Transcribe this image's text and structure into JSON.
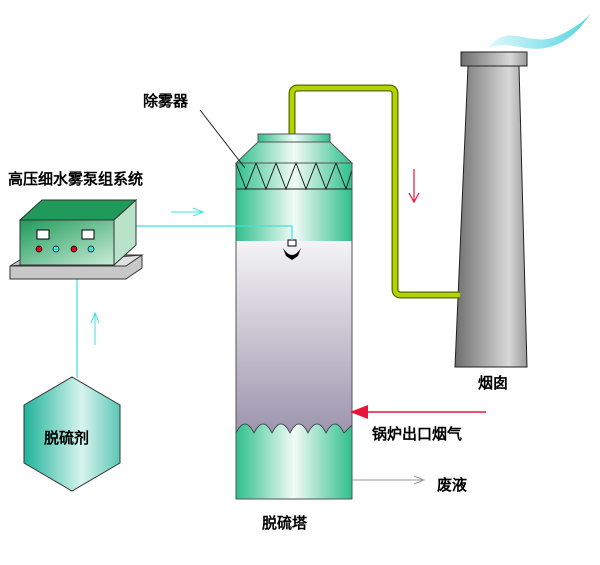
{
  "labels": {
    "demister": "除雾器",
    "pump_unit": "高压细水雾泵组系统",
    "chimney": "烟囱",
    "flue_gas": "锅炉出口烟气",
    "waste_liquid": "废液",
    "tower": "脱硫塔",
    "desulfurizer": "脱硫剂"
  },
  "colors": {
    "tower_green": "#3cc79a",
    "pipe": "#a8c800",
    "water_line": "#40e0e0",
    "flue_arrow": "#e8153a",
    "chimney_gray": "#808080"
  }
}
